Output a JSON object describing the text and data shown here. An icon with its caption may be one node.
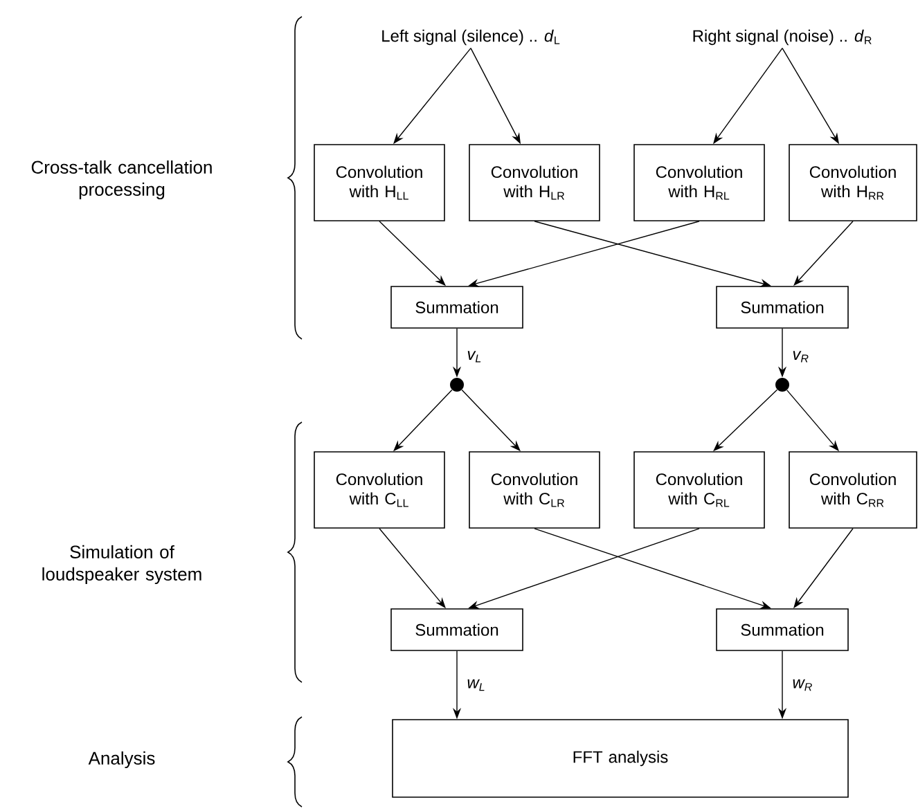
{
  "diagram": {
    "nodes": [
      {
        "text": [
          "Left signal (silence) .. *d*$_{L}$"
        ]
      },
      {
        "text": [
          "Right signal (noise) .. *d*$_{R}$"
        ]
      },
      {
        "text": [
          "Convolution with H$_{LL}$"
        ]
      },
      {
        "text": [
          "Convolution with H$_{LR}$"
        ]
      },
      {
        "text": [
          "Convolution with H$_{RL}$"
        ]
      },
      {
        "text": [
          "Convolution with H$_{RR}$"
        ]
      },
      {
        "text": [
          "Summation"
        ]
      },
      {
        "text": [
          "Summation"
        ]
      },
      {
        "text": [],
        "shape": "circle"
      },
      {
        "text": [],
        "shape": "circle"
      },
      {
        "text": [
          "Convolution with C$_{LL}$"
        ]
      },
      {
        "text": [
          "Convolution with C$_{LR}$"
        ]
      },
      {
        "text": [
          "Convolution with C$_{RL}$"
        ]
      },
      {
        "text": [
          "Convolution with C$_{RR}$"
        ]
      },
      {
        "text": [
          "Summation"
        ]
      },
      {
        "text": [
          "Summation"
        ]
      },
      {
        "text": [
          "FFT analysis"
        ]
      }
    ],
    "edges": [
      {
        "from": 0,
        "to": 2,
        "arrow": "to"
      },
      {
        "from": 0,
        "to": 3,
        "arrow": "to"
      },
      {
        "from": 1,
        "to": 4,
        "arrow": "to"
      },
      {
        "from": 1,
        "to": 5,
        "arrow": "to"
      },
      {
        "from": 2,
        "to": 6,
        "arrow": "to"
      },
      {
        "from": 3,
        "to": 7,
        "arrow": "to"
      },
      {
        "from": 4,
        "to": 6,
        "arrow": "to"
      },
      {
        "from": 5,
        "to": 7,
        "arrow": "to"
      },
      {
        "from": 6,
        "to": 8,
        "arrow": "to",
        "label": "v$_{L}$"
      },
      {
        "from": 7,
        "to": 9,
        "arrow": "to",
        "label": "v$_{R}$"
      },
      {
        "from": 8,
        "to": 10,
        "arrow": "to"
      },
      {
        "from": 8,
        "to": 11,
        "arrow": "to"
      },
      {
        "from": 9,
        "to": 12,
        "arrow": "to"
      },
      {
        "from": 9,
        "to": 13,
        "arrow": "to"
      },
      {
        "from": 10,
        "to": 14,
        "arrow": "to"
      },
      {
        "from": 11,
        "to": 15,
        "arrow": "to"
      },
      {
        "from": 12,
        "to": 14,
        "arrow": "to"
      },
      {
        "from": 13,
        "to": 15,
        "arrow": "to"
      },
      {
        "from": 14,
        "to": 16,
        "arrow": "to",
        "label": "w$_{L}$"
      },
      {
        "from": 15,
        "to": 16,
        "arrow": "to",
        "label": "w$_{R}$"
      }
    ],
    "labels": [
      "Cross-talk cancellation processing",
      "Simulation of loudspeaker system",
      "Analysis"
    ]
  }
}
